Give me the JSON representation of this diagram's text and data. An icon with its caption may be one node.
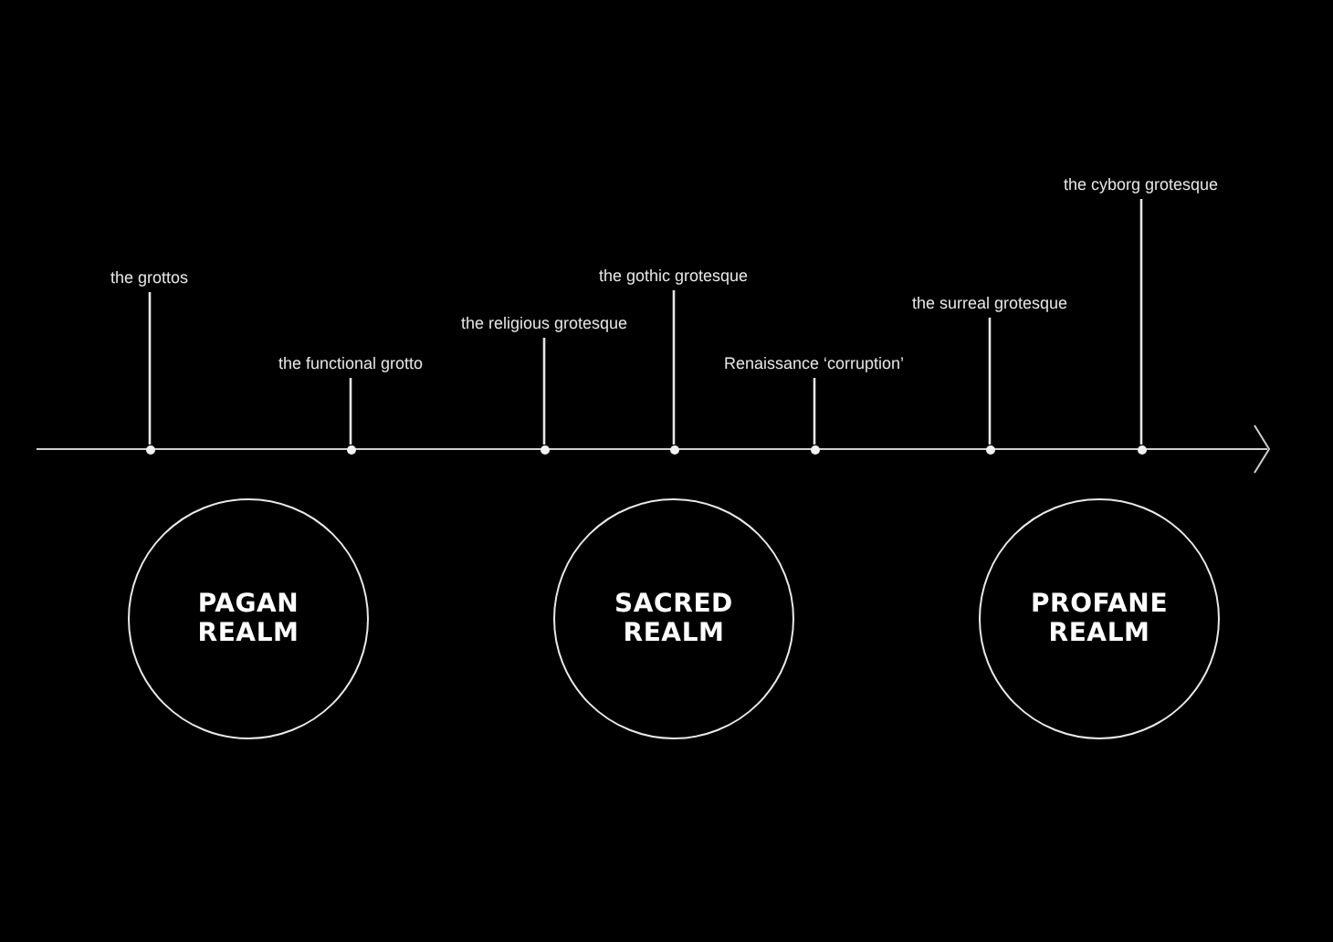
{
  "diagram": {
    "nodes": [
      {
        "text": [
          "the grottos"
        ]
      },
      {
        "text": [
          "the functional grotto"
        ]
      },
      {
        "text": [
          "the religious grotesque"
        ]
      },
      {
        "text": [
          "the gothic grotesque"
        ]
      },
      {
        "text": [
          "Renaissance ‘corruption’"
        ]
      },
      {
        "text": [
          "the surreal grotesque"
        ]
      },
      {
        "text": [
          "the cyborg grotesque"
        ]
      },
      {
        "text": [],
        "shape": "circle"
      },
      {
        "text": [],
        "shape": "circle"
      },
      {
        "text": [],
        "shape": "circle"
      },
      {
        "text": [],
        "shape": "circle"
      },
      {
        "text": [],
        "shape": "circle"
      },
      {
        "text": [],
        "shape": "circle"
      },
      {
        "text": [],
        "shape": "circle"
      },
      {
        "text": [
          "PAGAN REALM"
        ]
      },
      {
        "text": [
          "SACRED REALM"
        ]
      },
      {
        "text": [
          "PROFANE REALM"
        ]
      }
    ],
    "edges": [
      {
        "from": 0,
        "to": 7,
        "arrow": "none"
      },
      {
        "from": 1,
        "to": 8,
        "arrow": "none"
      },
      {
        "from": 2,
        "to": 9,
        "arrow": "none"
      },
      {
        "from": 3,
        "to": 10,
        "arrow": "none"
      },
      {
        "from": 4,
        "to": 11,
        "arrow": "none"
      },
      {
        "from": 5,
        "to": 12,
        "arrow": "none"
      },
      {
        "from": 6,
        "to": 13,
        "arrow": "none"
      }
    ]
  }
}
